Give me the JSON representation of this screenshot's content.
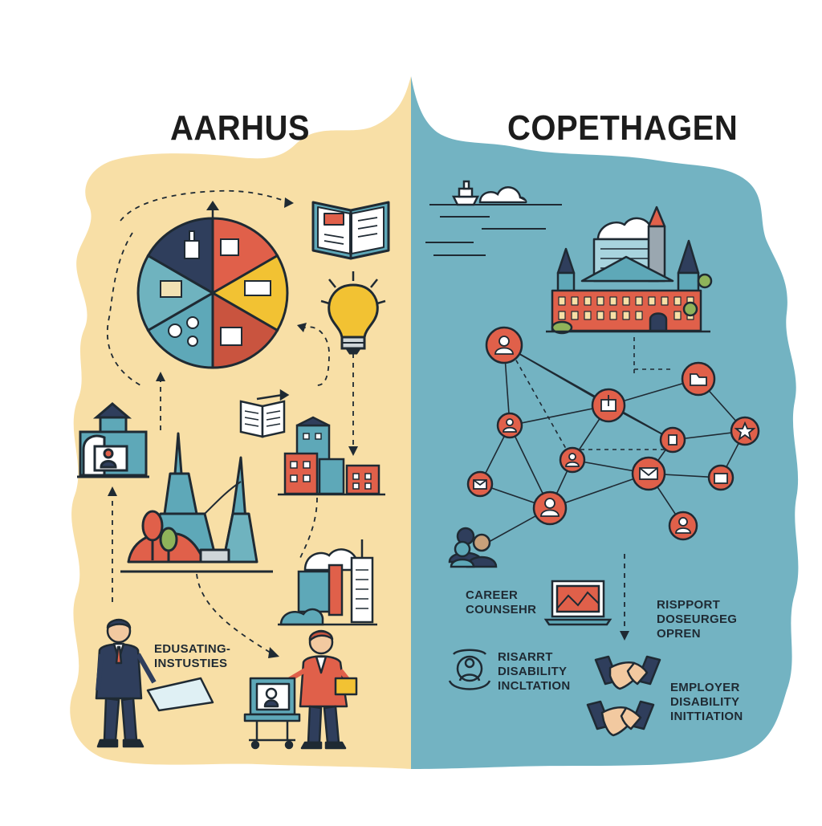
{
  "aarhus": {
    "title": "AARHUS",
    "label": [
      "EDUSATING-",
      "INSTUSTIES"
    ]
  },
  "copenhagen": {
    "title": "COPETHAGEN",
    "career_label": [
      "CAREER",
      "COUNSEHR"
    ],
    "support_label": [
      "RISPPORT",
      "DOSEURGEG",
      "OPREN"
    ],
    "disability_label": [
      "RISARRT",
      "DISABILITY",
      "INCLTATION"
    ],
    "employer_label": [
      "EMPLOYER",
      "DISABILITY",
      "INITTIATION"
    ]
  },
  "colors": {
    "aarhus_bg": "#f8dfa6",
    "copenhagen_bg": "#73b3c2",
    "orange": "#e0604a",
    "teal": "#5ea8b8",
    "yellow": "#f2c233",
    "navy": "#2f3e5c",
    "outline": "#1f2a33"
  },
  "icons": {
    "pie_chart": "segmented-pie-chart-icon",
    "book": "open-book-icon",
    "lightbulb": "lightbulb-icon",
    "school": "school-building-icon",
    "monument": "monument-icon",
    "city": "city-buildings-icon",
    "factory": "factory-icon",
    "castle": "castle-icon",
    "network": "network-graph-icon",
    "laptop": "laptop-icon",
    "handshake": "handshake-icon"
  }
}
